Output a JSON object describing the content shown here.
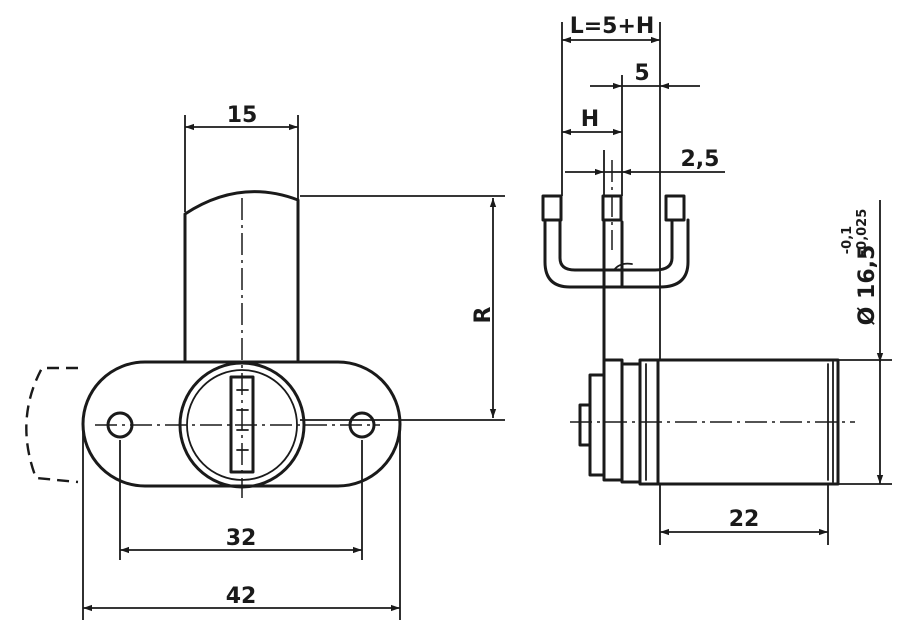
{
  "dimensions": {
    "cam_width": "15",
    "cam_radius": "R",
    "hole_spacing": "32",
    "flange_width": "42",
    "length_formula": "L=5+H",
    "offset_5": "5",
    "mount_H": "H",
    "thickness": "2,5",
    "body_length": "22",
    "diameter": "Ø 16,5",
    "tol_upper": "-0,1",
    "tol_lower": "-0,025"
  }
}
